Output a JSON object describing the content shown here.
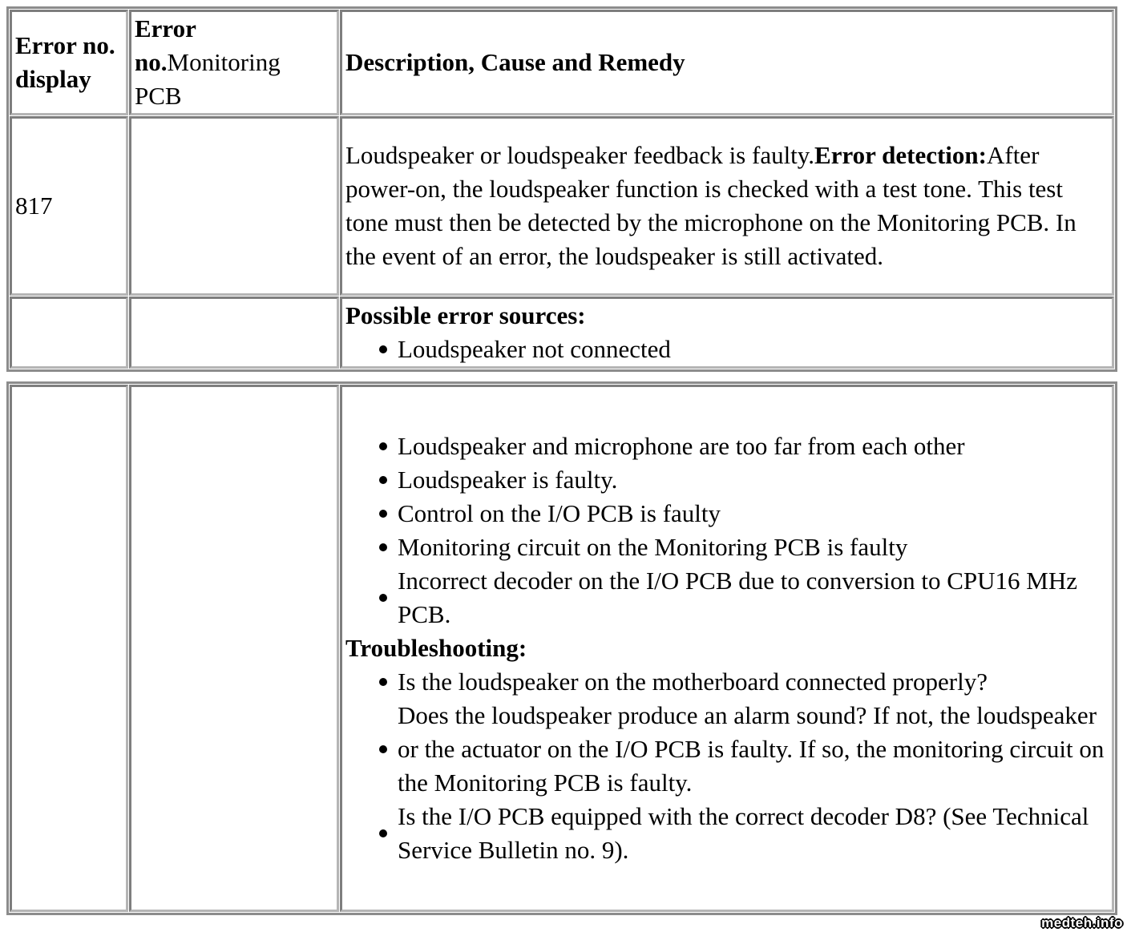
{
  "watermark": "medteh.info",
  "table1": {
    "header": {
      "col1": "Error no. display",
      "col2_bold": "Error no.",
      "col2_normal": "Monitoring PCB",
      "col3": "Description, Cause and Remedy"
    },
    "row_817": {
      "error_no": "817",
      "desc_part1": "Loudspeaker or loudspeaker feedback is faulty.",
      "desc_bold": "Error detection:",
      "desc_part2": "After power-on, the loudspeaker function is checked with a test tone. This test tone must then be detected by the microphone on the Monitoring PCB. In the event of an error, the loudspeaker is still activated."
    },
    "row_sources": {
      "heading": "Possible error sources:",
      "bullets": [
        "Loudspeaker not connected"
      ]
    }
  },
  "table2": {
    "row": {
      "bullets_a": [
        "Loudspeaker and microphone are too far from each other",
        "Loudspeaker is faulty.",
        "Control on the I/O PCB is faulty",
        "Monitoring circuit on the Monitoring PCB is faulty",
        "Incorrect decoder on the I/O PCB due to conversion to CPU16 MHz PCB."
      ],
      "heading": "Troubleshooting:",
      "bullets_b": [
        "Is the loudspeaker on the motherboard connected properly?",
        "Does the loudspeaker produce an alarm sound? If not, the loudspeaker or the actuator on the I/O PCB is faulty. If so, the monitoring circuit on the Monitoring PCB is faulty.",
        "Is the I/O PCB equipped with the correct decoder D8? (See Technical Service Bulletin no. 9)."
      ]
    }
  },
  "colors": {
    "border": "#8c8c8c",
    "text": "#000000",
    "background": "#ffffff"
  }
}
